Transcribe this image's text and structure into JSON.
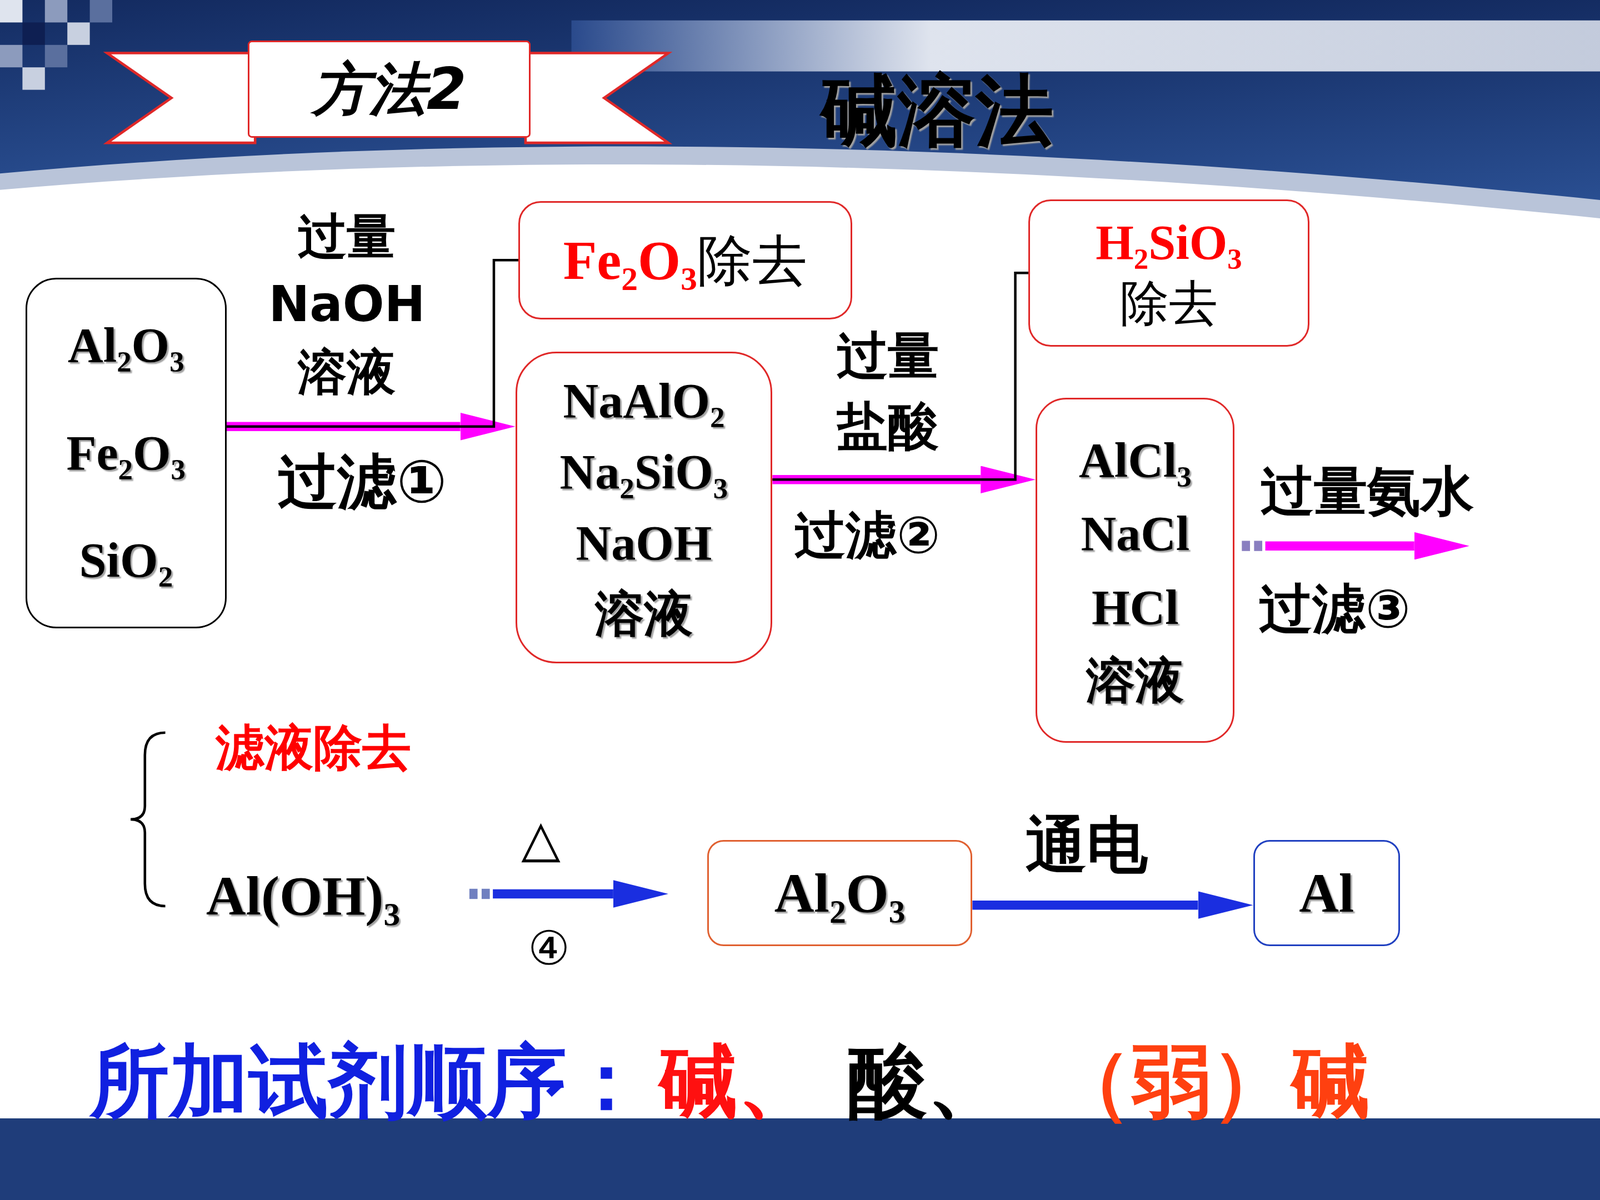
{
  "diagram": {
    "title": "碱溶法",
    "nodes": [
      {
        "text": [
          "方法2"
        ]
      },
      {
        "text": [
          "Al₂O₃ Fe₂O₃ SiO₂"
        ]
      },
      {
        "text": [
          "Fe₂O₃",
          "除去"
        ]
      },
      {
        "text": [
          "NaAlO₂ Na₂SiO₃ NaOH 溶液"
        ]
      },
      {
        "text": [
          "H₂SiO₃",
          "除去"
        ]
      },
      {
        "text": [
          "AlCl₃ NaCl HCl 溶液"
        ]
      },
      {
        "text": [
          "Al₂O₃"
        ]
      },
      {
        "text": [
          "Al"
        ]
      }
    ],
    "edges": [
      {
        "from": 1,
        "to": 3,
        "arrow": "to",
        "label": "过量 NaOH 溶液"
      },
      {
        "from": 1,
        "to": 2,
        "arrow": "none"
      },
      {
        "from": 3,
        "to": 5,
        "arrow": "to",
        "label": "过量 盐酸"
      },
      {
        "from": 3,
        "to": 4,
        "arrow": "none"
      },
      {
        "from": 6,
        "to": 7,
        "arrow": "to",
        "label": "通电"
      }
    ],
    "labels": [
      "过滤①",
      "过滤②",
      "过量氨水",
      "过滤③",
      "滤液除去",
      "Al(OH)₃",
      "△",
      "④",
      "所加试剂顺序：",
      "碱、",
      "酸、",
      "（弱）碱"
    ]
  }
}
